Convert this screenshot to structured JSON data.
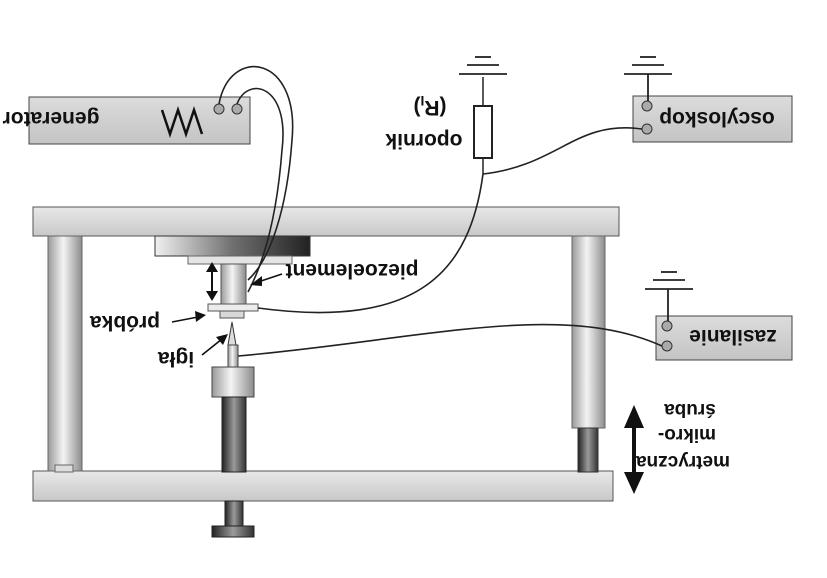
{
  "labels": {
    "generator": "generator",
    "oscilloscope": "oscyloskop",
    "power_supply": "zasilanie",
    "resistor_symbol": "(R",
    "resistor_subscript": "I",
    "resistor_close": ")",
    "resistor": "opornik",
    "piezo": "piezoelement",
    "sample": "próbka",
    "needle": "igła",
    "screw_line1": "śruba",
    "screw_line2": "mikro-",
    "screw_line3": "metryczna"
  }
}
